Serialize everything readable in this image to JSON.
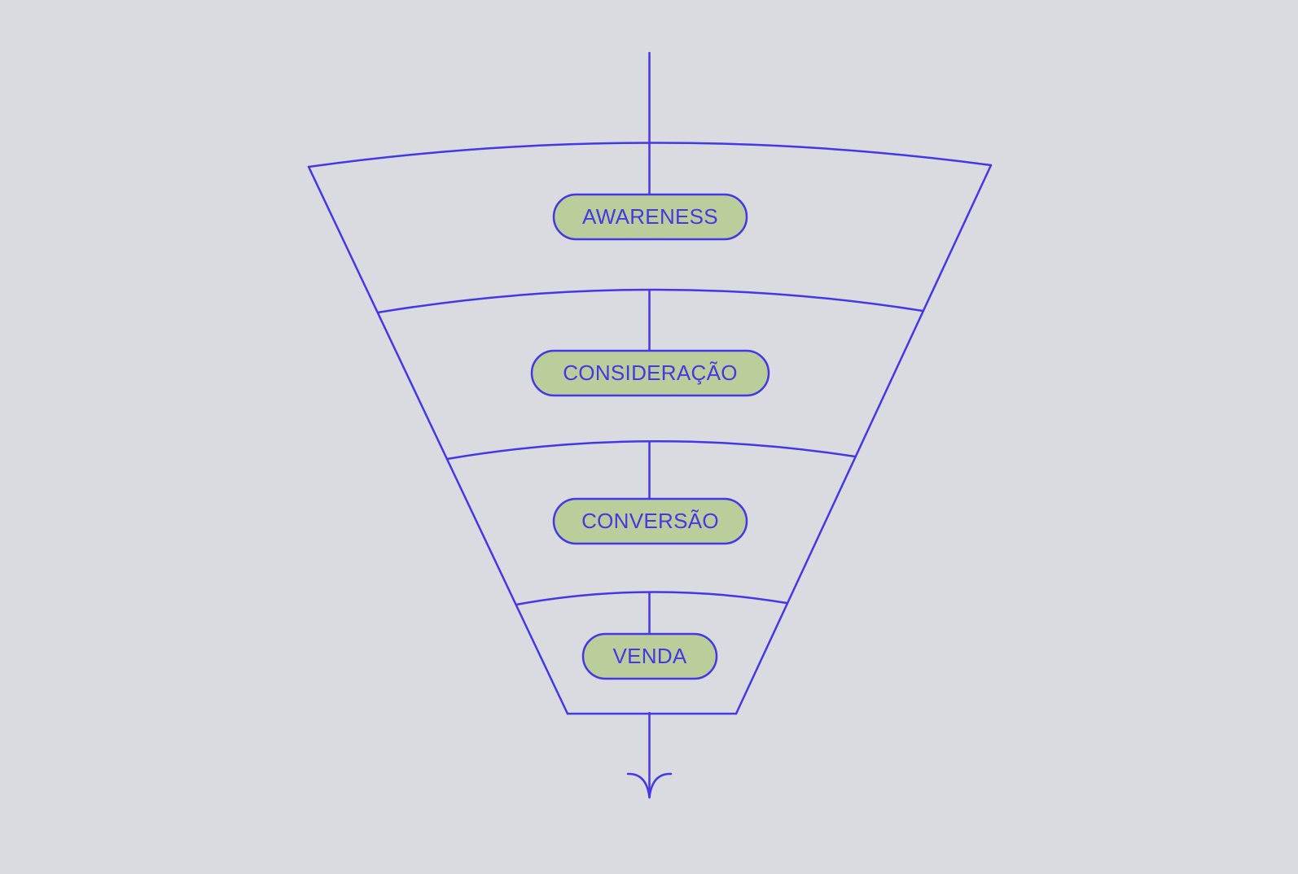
{
  "diagram": {
    "stages": [
      {
        "label": "AWARENESS"
      },
      {
        "label": "CONSIDERAÇÃO"
      },
      {
        "label": "CONVERSÃO"
      },
      {
        "label": "VENDA"
      }
    ]
  },
  "colors": {
    "background": "#dadbe1",
    "line": "#4536e6",
    "pill_fill": "#b9ce9a",
    "text": "#4536e6"
  }
}
